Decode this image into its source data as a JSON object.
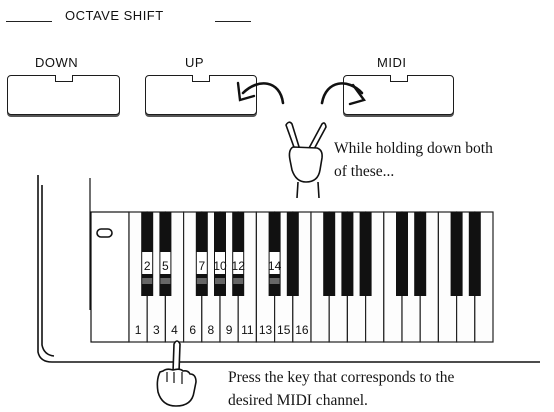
{
  "header": {
    "title": "OCTAVE SHIFT"
  },
  "buttons": {
    "down_label": "DOWN",
    "up_label": "UP",
    "midi_label": "MIDI"
  },
  "instructions": {
    "hold_line1": "While holding down both",
    "hold_line2": "of these...",
    "press_line1": "Press the key that corresponds to the",
    "press_line2": "desired MIDI channel."
  },
  "keyboard": {
    "white_key_numbers": [
      "1",
      "3",
      "4",
      "6",
      "8",
      "9",
      "11",
      "13",
      "15",
      "16"
    ],
    "black_key_numbers": [
      "2",
      "5",
      "7",
      "10",
      "12",
      "14"
    ]
  },
  "icons": {
    "v_hand": "two-finger-hand-icon",
    "press_hand": "pointing-hand-icon",
    "arrows": "curved-arrow-icon"
  },
  "colors": {
    "ink": "#111111",
    "paper": "#ffffff"
  }
}
